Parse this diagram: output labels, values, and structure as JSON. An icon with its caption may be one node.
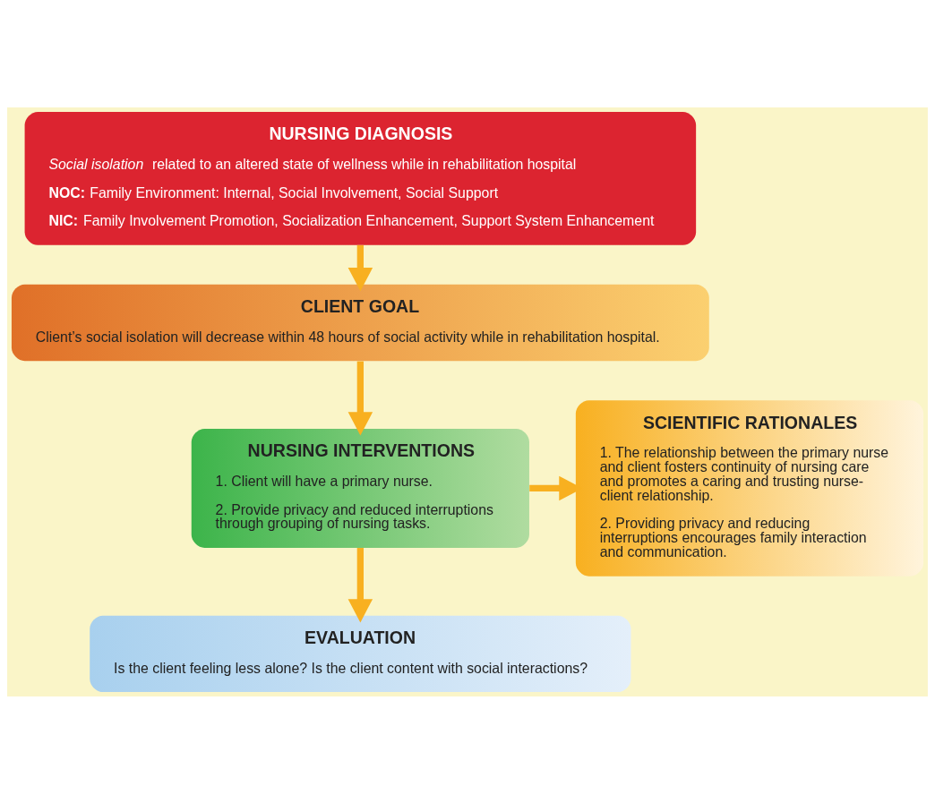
{
  "diagram": {
    "nodes": [
      {
        "text": [
          "NURSING DIAGNOSIS",
          "*Social isolation* related to an altered state of wellness while in rehabilitation hospital",
          "**NOC:** Family Environment: Internal, Social Involvement, Social Support",
          "**NIC:** Family Involvement Promotion, Socialization Enhancement, Support System Enhancement"
        ]
      },
      {
        "text": [
          "CLIENT GOAL",
          "Client’s social isolation will decrease within 48 hours of social activity while in rehabilitation hospital."
        ]
      },
      {
        "text": [
          "NURSING INTERVENTIONS",
          "1. Client will have a primary nurse.",
          "2. Provide privacy and reduced interruptions through grouping of nursing tasks."
        ]
      },
      {
        "text": [
          "SCIENTIFIC RATIONALES",
          "1. The relationship between the primary nurse and client fosters continuity of nursing care and promotes a caring and trusting nurse-client relationship.",
          "2. Providing privacy and reducing interruptions encourages family interaction and communication."
        ]
      },
      {
        "text": [
          "EVALUATION",
          "Is the client feeling less alone? Is the client content with social interactions?"
        ]
      }
    ],
    "edges": [
      {
        "from": 0,
        "to": 1,
        "arrow": "to"
      },
      {
        "from": 1,
        "to": 2,
        "arrow": "to"
      },
      {
        "from": 2,
        "to": 3,
        "arrow": "to"
      },
      {
        "from": 2,
        "to": 4,
        "arrow": "to"
      }
    ]
  }
}
